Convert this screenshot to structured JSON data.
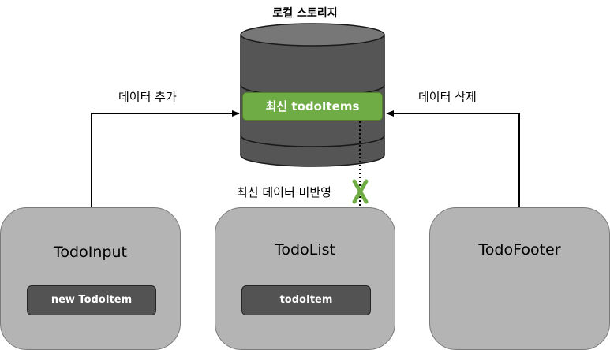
{
  "title": "로컬 스토리지",
  "storage": {
    "label": "최신 todoItems"
  },
  "edges": {
    "add": "데이터 추가",
    "delete": "데이터 삭제",
    "not_reflected": "최신 데이터 미반영"
  },
  "components": {
    "input": {
      "title": "TodoInput",
      "item": "new TodoItem"
    },
    "list": {
      "title": "TodoList",
      "item": "todoItem"
    },
    "footer": {
      "title": "TodoFooter"
    }
  },
  "colors": {
    "cylinder": "#555555",
    "green": "#6fac45",
    "box": "#b4b4b4",
    "pill": "#535353"
  }
}
